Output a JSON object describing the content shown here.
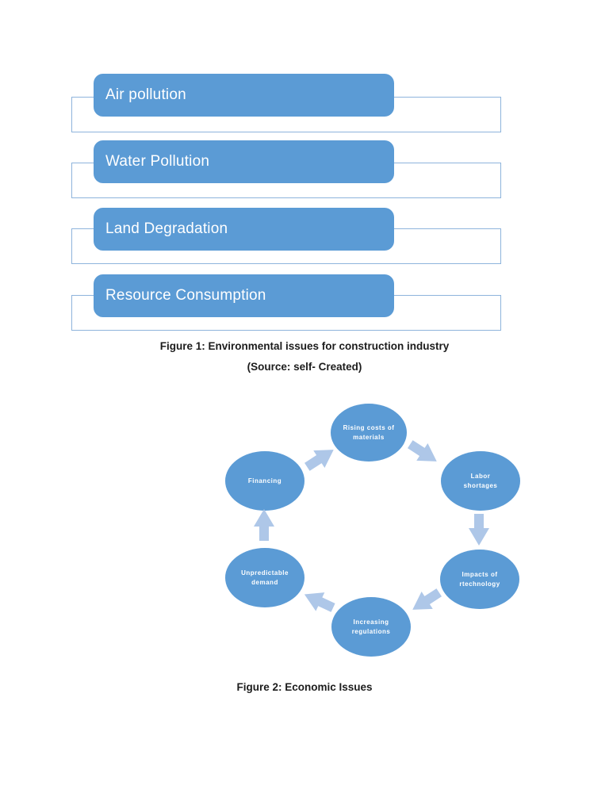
{
  "colors": {
    "shape_fill": "#5b9bd5",
    "box_border": "#8eb4dc",
    "arrow_fill": "#aec7e8",
    "label_text": "#ffffff",
    "caption_text": "#1c1c1c",
    "page_bg": "#ffffff"
  },
  "figure1": {
    "items": [
      {
        "label": "Air pollution"
      },
      {
        "label": "Water Pollution"
      },
      {
        "label": "Land Degradation"
      },
      {
        "label": "Resource Consumption"
      }
    ],
    "caption": "Figure 1: Environmental issues for construction industry",
    "source": "(Source: self- Created)"
  },
  "figure2": {
    "caption": "Figure 2: Economic Issues",
    "nodes": [
      {
        "id": "rising-costs-of-materials",
        "label": "Rising costs of\nmaterials"
      },
      {
        "id": "labor-shortages",
        "label": "Labor\nshortages"
      },
      {
        "id": "impacts-of-rtechnology",
        "label": "Impacts of\nrtechnology"
      },
      {
        "id": "increasing-regulations",
        "label": "Increasing\nregulations"
      },
      {
        "id": "unpredictable-demand",
        "label": "Unpredictable\ndemand"
      },
      {
        "id": "financing",
        "label": "Financing"
      }
    ]
  }
}
